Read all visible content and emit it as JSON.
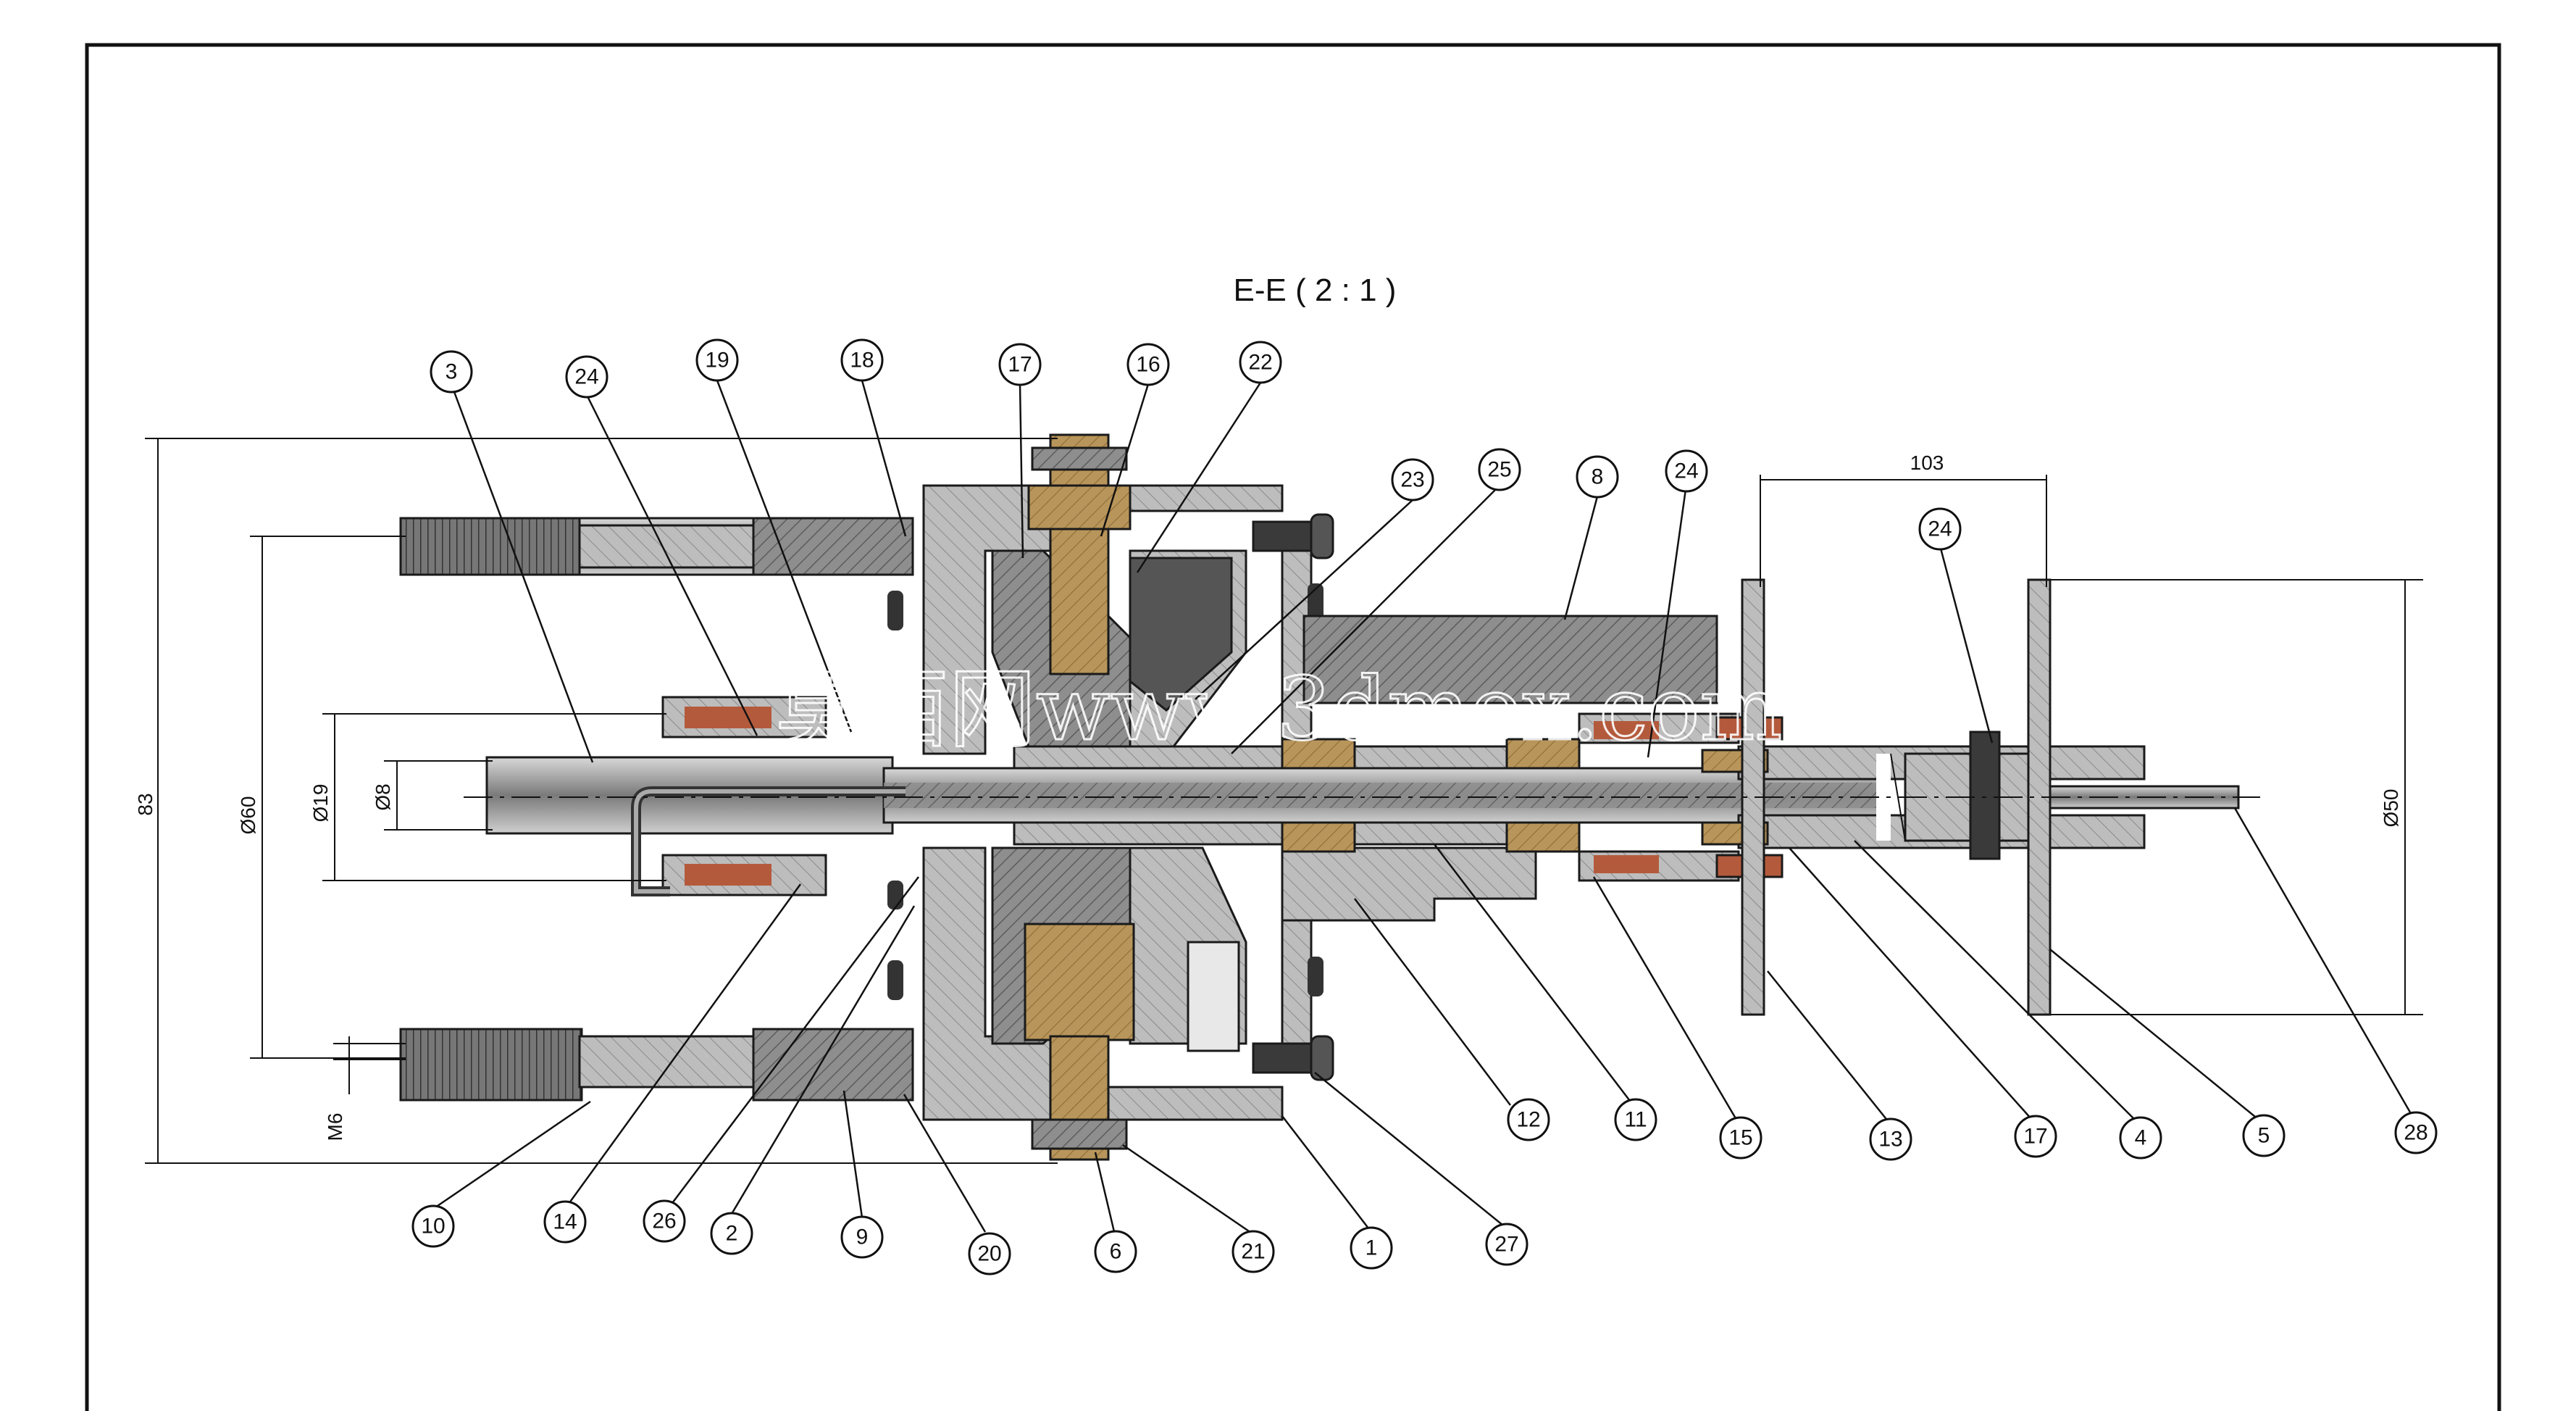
{
  "title": "E-E ( 2 : 1 )",
  "dimensions": {
    "d83": "83",
    "d60": "Ø60",
    "d19": "Ø19",
    "d8": "Ø8",
    "m6": "M6",
    "d103": "103",
    "d50": "Ø50"
  },
  "watermark": "莫西网www.3dmox.com",
  "balloons": [
    "3",
    "24",
    "19",
    "18",
    "17",
    "16",
    "22",
    "23",
    "25",
    "8",
    "24",
    "24",
    "10",
    "14",
    "26",
    "2",
    "9",
    "20",
    "6",
    "21",
    "1",
    "27",
    "12",
    "11",
    "15",
    "13",
    "17",
    "4",
    "5",
    "28"
  ],
  "colors": {
    "steel": "#8c8c8c",
    "steel_light": "#c8c8c8",
    "brass": "#b8955a",
    "copper": "#b45a3c",
    "dark": "#303030"
  }
}
